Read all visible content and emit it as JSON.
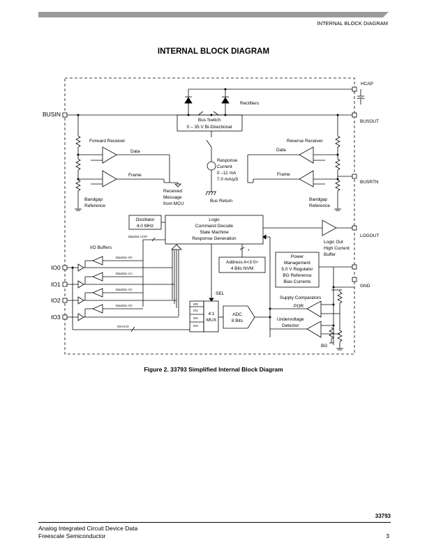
{
  "header": {
    "section_label": "INTERNAL BLOCK DIAGRAM"
  },
  "page_title": "INTERNAL BLOCK DIAGRAM",
  "diagram": {
    "pins": {
      "hcap": "HCAP",
      "busin": "BUSIN",
      "busout": "BUSOUT",
      "busrtn": "BUSRTN",
      "logout": "LOGOUT",
      "gnd": "GND",
      "io0": "IO0",
      "io1": "IO1",
      "io2": "IO2",
      "io3": "IO3"
    },
    "labels": {
      "rectifiers": "Rectifiers",
      "bus_switch_1": "Bus Switch",
      "bus_switch_2": "0 – 35 V Bi-Directional",
      "forward_receiver": "Forward Receiver",
      "reverse_receiver": "Reverse Receiver",
      "data_left": "Data",
      "frame_left": "Frame",
      "data_right": "Data",
      "frame_right": "Frame",
      "response_current_1": "Response",
      "response_current_2": "Current",
      "response_current_3": "0 –11 mA",
      "response_current_4": "7.0 mA/µS",
      "received_msg_1": "Received",
      "received_msg_2": "Message",
      "received_msg_3": "from MCU",
      "bandgap_left_1": "Bandgap",
      "bandgap_left_2": "Reference",
      "bandgap_right_1": "Bandgap",
      "bandgap_right_2": "Reference",
      "bus_return": "Bus Return",
      "oscillator_1": "Oscillator",
      "oscillator_2": "4.0 MHz",
      "logic_1": "Logic",
      "logic_2": "Command Decode",
      "logic_3": "State Machine",
      "logic_4": "Response Generation",
      "logic_out_1": "Logic Out",
      "logic_out_2": "High Current",
      "logic_out_3": "Buffer",
      "dataout_bus": "DataOut <3:0>",
      "io_buffers": "I/O Buffers",
      "dataout_0": "DataOut <0>",
      "dataout_1": "DataOut <1>",
      "dataout_2": "DataOut <2>",
      "dataout_3": "DataOut <3>",
      "io_bus": "IOs<3:0>",
      "address_1": "Address A<3:0>",
      "address_2": "4 Bits NVM",
      "bus_width_4": "4",
      "power_1": "Power",
      "power_2": "Management",
      "power_3": "5.0 V Regulator",
      "power_4": "BG Reference",
      "power_5": "Bias Currents",
      "sel": "SEL",
      "mux_1": "4:1",
      "mux_2": "MUX",
      "mux_in_0": "IO0",
      "mux_in_1": "IO1",
      "mux_in_2": "IO2",
      "mux_in_3": "IO3",
      "adc_1": "ADC",
      "adc_2": "8 Bits",
      "supply_comparators": "Supply Comparators",
      "por": "POR",
      "uv_1": "Undervoltage",
      "uv_2": "Detector",
      "bg": "BG"
    }
  },
  "figure_caption": "Figure 2. 33793 Simplified Internal Block Diagram",
  "footer": {
    "part_number": "33793",
    "line1": "Analog Integrated Circuit Device Data",
    "line2": "Freescale Semiconductor",
    "page_number": "3"
  }
}
